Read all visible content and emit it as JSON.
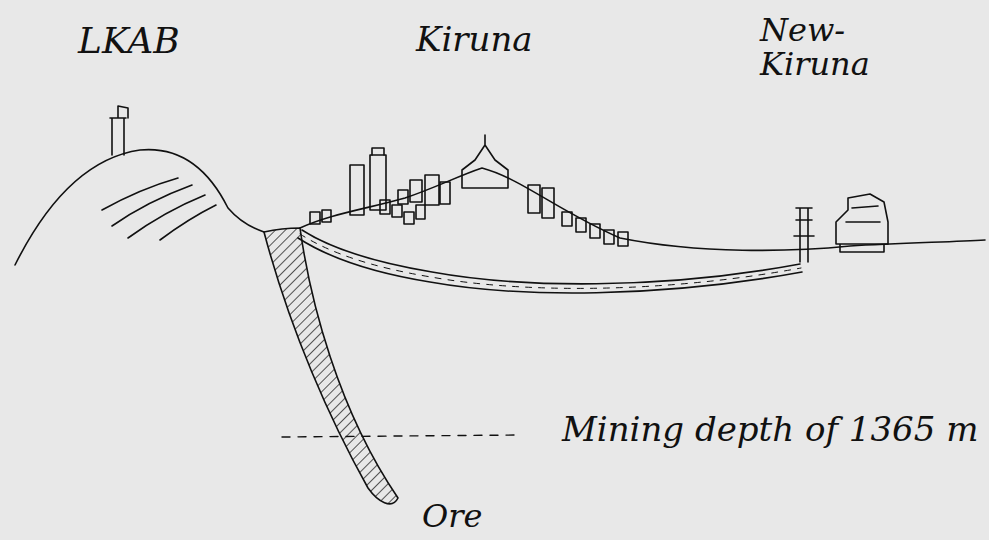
{
  "diagram": {
    "labels": [
      "LKAB",
      "Kiruna",
      "New- Kiruna",
      "Mining depth of 1365 m",
      "Ore"
    ]
  }
}
